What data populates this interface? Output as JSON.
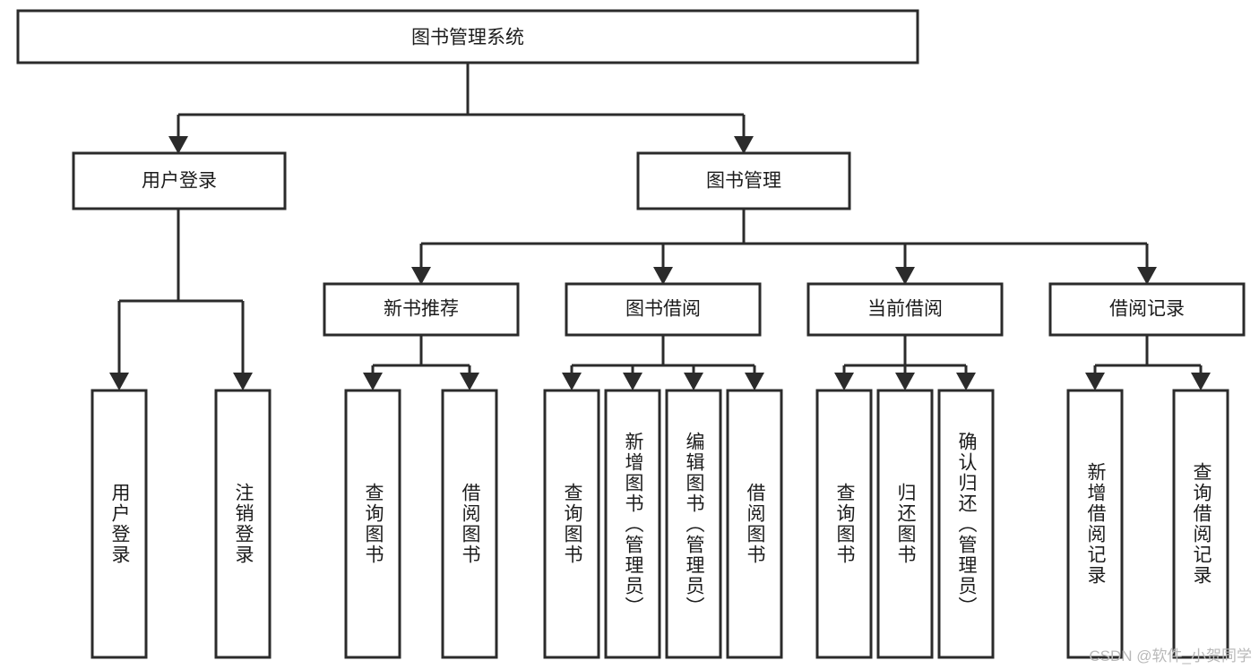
{
  "diagram": {
    "title": "图书管理系统",
    "type": "tree-hierarchy-diagram",
    "colors": {
      "stroke": "#2b2b2b",
      "fill": "#ffffff",
      "text": "#1c1c1c",
      "watermark": "#b9b9b9"
    },
    "root": {
      "label": "图书管理系统"
    },
    "level1": [
      {
        "label": "用户登录"
      },
      {
        "label": "图书管理"
      }
    ],
    "level2": [
      {
        "label": "新书推荐"
      },
      {
        "label": "图书借阅"
      },
      {
        "label": "当前借阅"
      },
      {
        "label": "借阅记录"
      }
    ],
    "leaves": {
      "user_login": [
        {
          "label": "用户登录"
        },
        {
          "label": "注销登录"
        }
      ],
      "new_book_recommend": [
        {
          "label": "查询图书"
        },
        {
          "label": "借阅图书"
        }
      ],
      "book_borrow": [
        {
          "label": "查询图书"
        },
        {
          "label": "新增图书（管理员）"
        },
        {
          "label": "编辑图书（管理员）"
        },
        {
          "label": "借阅图书"
        }
      ],
      "current_borrow": [
        {
          "label": "查询图书"
        },
        {
          "label": "归还图书"
        },
        {
          "label": "确认归还（管理员）"
        }
      ],
      "borrow_record": [
        {
          "label": "新增借阅记录"
        },
        {
          "label": "查询借阅记录"
        }
      ]
    }
  },
  "watermark": {
    "text": "CSDN @软件_小贺同学"
  }
}
